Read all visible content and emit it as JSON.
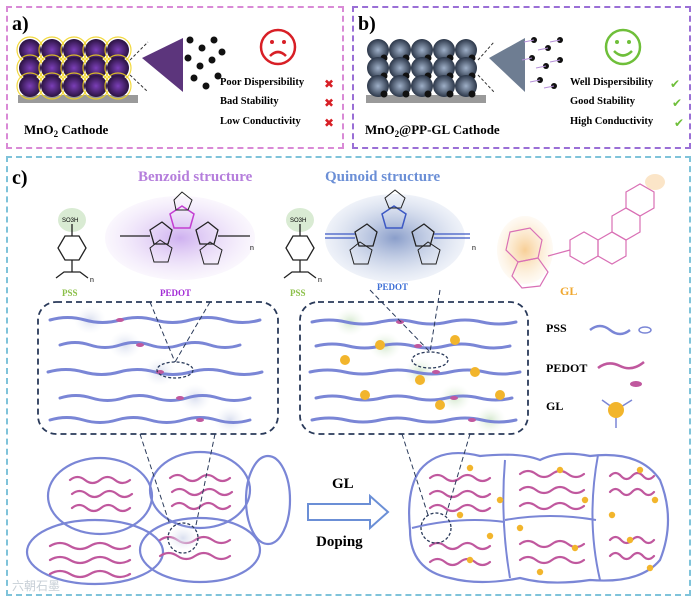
{
  "panel_a": {
    "label": "a)",
    "caption_prefix": "MnO",
    "caption_sub": "2",
    "caption_suffix": " Cathode",
    "properties": [
      "Poor Dispersibility",
      "Bad Stability",
      "Low Conductivity"
    ],
    "mark": "✖",
    "mood_icon": "sad-face-icon",
    "mood_color": "#d81f26"
  },
  "panel_b": {
    "label": "b)",
    "caption_prefix": "MnO",
    "caption_sub": "2",
    "caption_suffix": "@PP-GL Cathode",
    "properties": [
      "Well Dispersibility",
      "Good Stability",
      "High Conductivity"
    ],
    "mark": "✔",
    "mood_icon": "happy-face-icon",
    "mood_color": "#6fbf3a"
  },
  "panel_c": {
    "label": "c)",
    "benzoid_title": "Benzoid structure",
    "quinoid_title": "Quinoid structure",
    "pss_label": "PSS",
    "pedot_label": "PEDOT",
    "gl_label": "GL",
    "so3h": "SO3H",
    "n": "n",
    "legend": [
      {
        "label": "PSS",
        "icon": "pss-chain-icon"
      },
      {
        "label": "PEDOT",
        "icon": "pedot-chain-icon"
      },
      {
        "label": "GL",
        "icon": "gl-molecule-icon"
      }
    ],
    "arrow_top": "GL",
    "arrow_bottom": "Doping"
  },
  "watermark": "六朝石墨",
  "colors": {
    "panel_a_border": "#d98ad6",
    "panel_b_border": "#9a6fd6",
    "panel_c_border": "#7fc3da",
    "benzoid_title": "#b57edc",
    "quinoid_title": "#6b8fd6",
    "pedot_label": "#a22bd6",
    "gl_label": "#f0a830",
    "pss_label": "#8cc04a",
    "chain_blue": "#7a86d6",
    "chain_pink": "#c0589e",
    "gl_dot": "#f2b52c"
  }
}
